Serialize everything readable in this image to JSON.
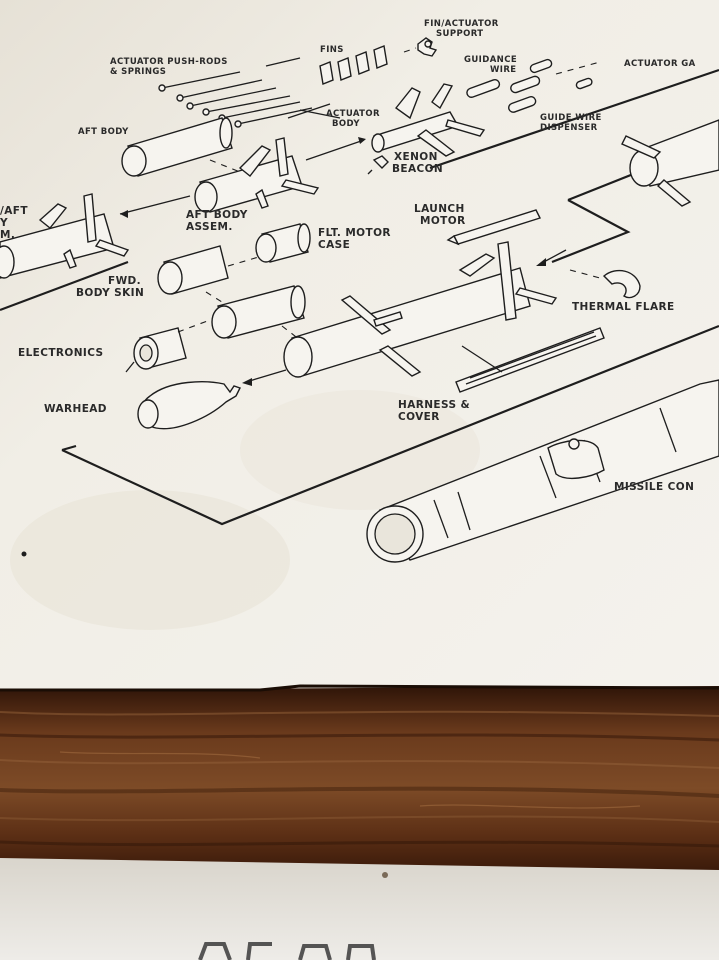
{
  "labels": {
    "fin_actuator_support": [
      "FIN/ACTUATOR",
      "SUPPORT"
    ],
    "fins": "FINS",
    "actuator_push_rods": [
      "ACTUATOR PUSH-RODS",
      "& SPRINGS"
    ],
    "guidance_wire": [
      "GUIDANCE",
      "WIRE"
    ],
    "actuator_ga": "ACTUATOR GA",
    "guide_wire_dispenser": [
      "GUIDE WIRE",
      "DISPENSER"
    ],
    "actuator_body": [
      "ACTUATOR",
      "BODY"
    ],
    "aft_body": "AFT BODY",
    "xenon_beacon": [
      "XENON",
      "BEACON"
    ],
    "aft_body_assem": [
      "AFT BODY",
      "ASSEM."
    ],
    "aft_assem_partial": [
      "/AFT",
      "Y",
      "M."
    ],
    "launch_motor": [
      "LAUNCH",
      "MOTOR"
    ],
    "flt_motor_case": [
      "FLT. MOTOR",
      "CASE"
    ],
    "fwd_body_skin": [
      "FWD.",
      "BODY SKIN"
    ],
    "thermal_flare": "THERMAL FLARE",
    "electronics": "ELECTRONICS",
    "warhead": "WARHEAD",
    "harness_cover": [
      "HARNESS &",
      "COVER"
    ],
    "missile_con": "MISSILE CON"
  },
  "colors": {
    "paper": "#efece4",
    "ink": "#1e1e1e",
    "wood_dark": "#4a2612",
    "wood_light": "#7a4a28"
  }
}
